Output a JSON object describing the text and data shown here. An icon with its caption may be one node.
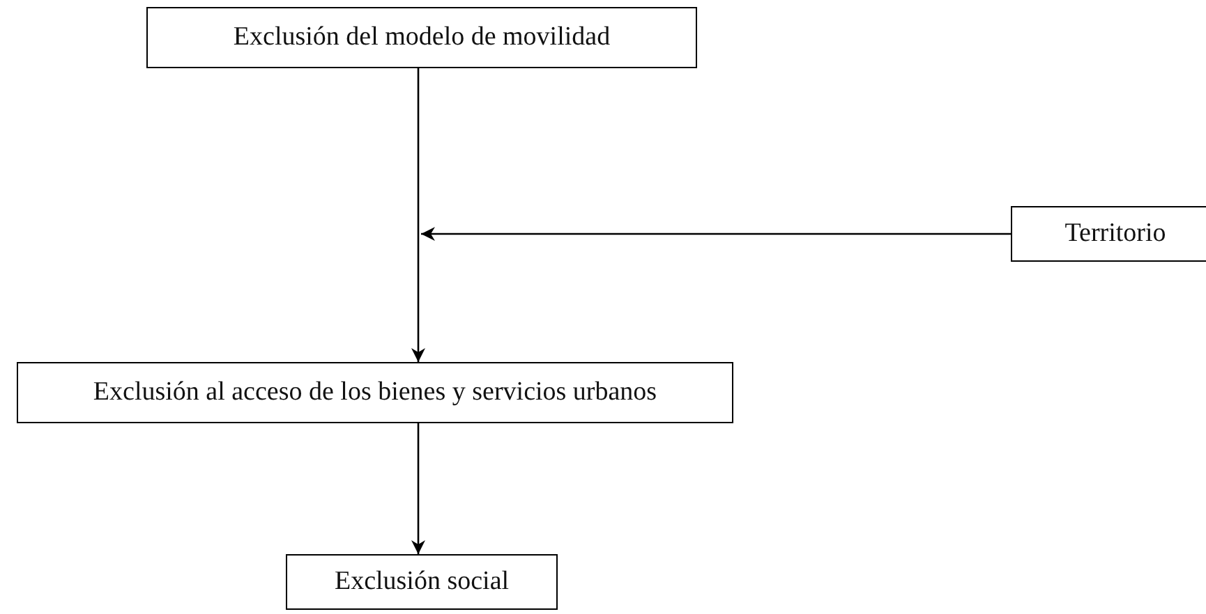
{
  "diagram": {
    "nodes": [
      {
        "text": [
          "Exclusión del modelo de movilidad"
        ]
      },
      {
        "text": [
          "Exclusión al acceso de los bienes y servicios urbanos"
        ]
      },
      {
        "text": [
          "Exclusión social"
        ]
      },
      {
        "text": [
          "Territorio"
        ]
      }
    ],
    "edges": [
      {
        "from": 0,
        "to": 1,
        "arrow": "to"
      },
      {
        "from": 1,
        "to": 2,
        "arrow": "to"
      },
      {
        "from": 3,
        "to": null,
        "arrow": "to"
      }
    ]
  }
}
